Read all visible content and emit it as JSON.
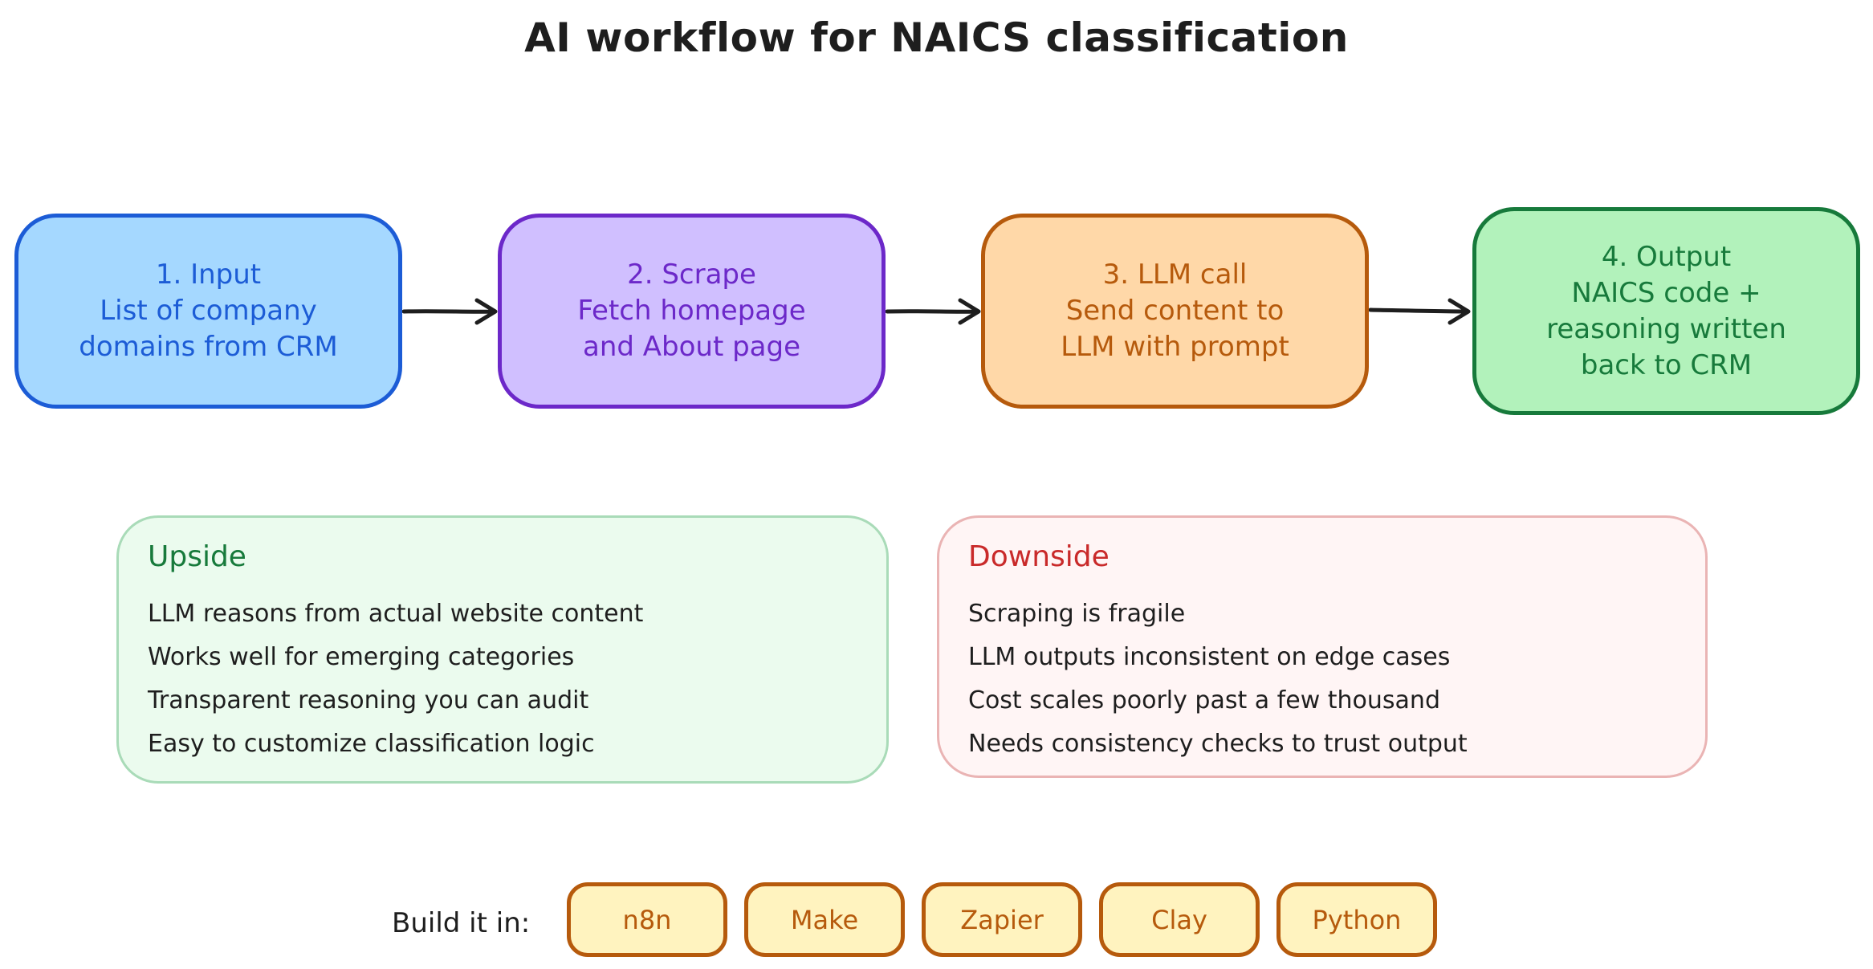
{
  "title": "AI workflow for NAICS classification",
  "steps": [
    {
      "lines": [
        "1. Input",
        "List of company",
        "domains from CRM"
      ],
      "color": "#1c5cd6",
      "fill": "#a5d8ff"
    },
    {
      "lines": [
        "2. Scrape",
        "Fetch homepage",
        "and About page"
      ],
      "color": "#6c28c9",
      "fill": "#d0bfff"
    },
    {
      "lines": [
        "3. LLM call",
        "Send content to",
        "LLM with prompt"
      ],
      "color": "#b65a0c",
      "fill": "#ffd8a8"
    },
    {
      "lines": [
        "4. Output",
        "NAICS code +",
        "reasoning written",
        "back to CRM"
      ],
      "color": "#177a3b",
      "fill": "#b2f2bb"
    }
  ],
  "upside": {
    "heading": "Upside",
    "items": [
      "LLM reasons from actual website content",
      "Works well for emerging categories",
      "Transparent reasoning you can audit",
      "Easy to customize classification logic"
    ]
  },
  "downside": {
    "heading": "Downside",
    "items": [
      "Scraping is fragile",
      "LLM outputs inconsistent on edge cases",
      "Cost scales poorly past a few thousand",
      "Needs consistency checks to trust output"
    ]
  },
  "build": {
    "label": "Build it in:",
    "tools": [
      "n8n",
      "Make",
      "Zapier",
      "Clay",
      "Python"
    ]
  }
}
